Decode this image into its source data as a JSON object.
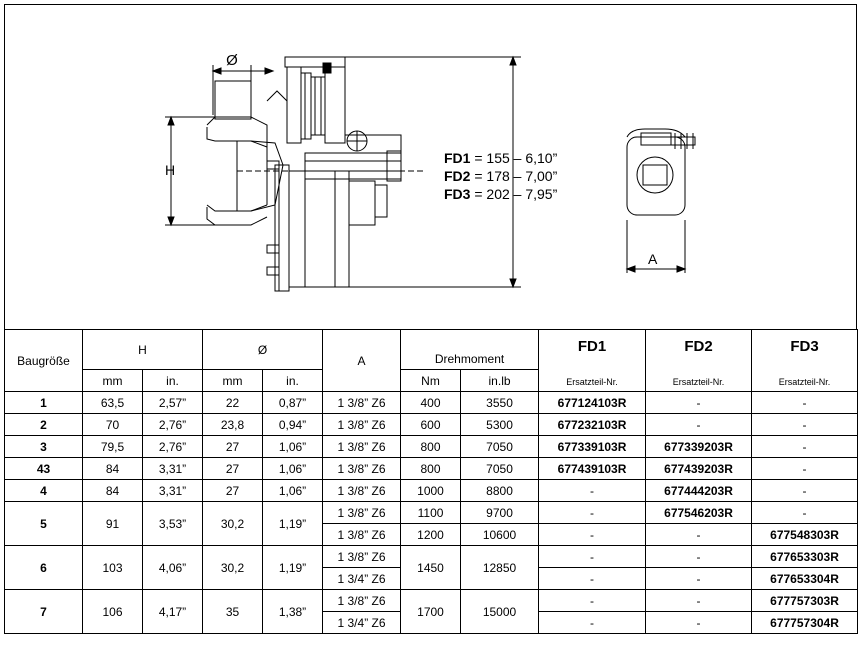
{
  "drawing": {
    "dim_diameter_label": "Ø",
    "dim_h_label": "H",
    "dim_a_label": "A",
    "fd_lines": [
      {
        "name": "FD1",
        "value": " = 155 – 6,10”"
      },
      {
        "name": "FD2",
        "value": " = 178 – 7,00”"
      },
      {
        "name": "FD3",
        "value": " = 202 – 7,95”"
      }
    ]
  },
  "table": {
    "header": {
      "size_label": "Baugröße",
      "h_label": "H",
      "dia_label": "Ø",
      "a_label": "A",
      "torque_label": "Drehmoment",
      "fd1_label": "FD1",
      "fd2_label": "FD2",
      "fd3_label": "FD3",
      "part_label": "Ersatzteil-Nr.",
      "unit_mm": "mm",
      "unit_in": "in.",
      "unit_nm": "Nm",
      "unit_inlb": "in.lb"
    },
    "rows": [
      {
        "size": "1",
        "h_mm": "63,5",
        "h_in": "2,57”",
        "d_mm": "22",
        "d_in": "0,87”",
        "subs": [
          {
            "a": "1 3/8” Z6",
            "nm": "400",
            "inlb": "3550",
            "fd1": "677124103R",
            "fd2": "-",
            "fd3": "-"
          }
        ]
      },
      {
        "size": "2",
        "h_mm": "70",
        "h_in": "2,76”",
        "d_mm": "23,8",
        "d_in": "0,94”",
        "subs": [
          {
            "a": "1 3/8” Z6",
            "nm": "600",
            "inlb": "5300",
            "fd1": "677232103R",
            "fd2": "-",
            "fd3": "-"
          }
        ]
      },
      {
        "size": "3",
        "h_mm": "79,5",
        "h_in": "2,76”",
        "d_mm": "27",
        "d_in": "1,06”",
        "subs": [
          {
            "a": "1 3/8” Z6",
            "nm": "800",
            "inlb": "7050",
            "fd1": "677339103R",
            "fd2": "677339203R",
            "fd3": "-"
          }
        ]
      },
      {
        "size": "43",
        "h_mm": "84",
        "h_in": "3,31”",
        "d_mm": "27",
        "d_in": "1,06”",
        "subs": [
          {
            "a": "1 3/8” Z6",
            "nm": "800",
            "inlb": "7050",
            "fd1": "677439103R",
            "fd2": "677439203R",
            "fd3": "-"
          }
        ]
      },
      {
        "size": "4",
        "h_mm": "84",
        "h_in": "3,31”",
        "d_mm": "27",
        "d_in": "1,06”",
        "subs": [
          {
            "a": "1 3/8” Z6",
            "nm": "1000",
            "inlb": "8800",
            "fd1": "-",
            "fd2": "677444203R",
            "fd3": "-"
          }
        ]
      },
      {
        "size": "5",
        "h_mm": "91",
        "h_in": "3,53”",
        "d_mm": "30,2",
        "d_in": "1,19”",
        "subs": [
          {
            "a": "1 3/8” Z6",
            "nm": "1100",
            "inlb": "9700",
            "fd1": "-",
            "fd2": "677546203R",
            "fd3": "-"
          },
          {
            "a": "1 3/8” Z6",
            "nm": "1200",
            "inlb": "10600",
            "fd1": "-",
            "fd2": "-",
            "fd3": "677548303R"
          }
        ]
      },
      {
        "size": "6",
        "h_mm": "103",
        "h_in": "4,06”",
        "d_mm": "30,2",
        "d_in": "1,19”",
        "nm": "1450",
        "inlb": "12850",
        "subs": [
          {
            "a": "1 3/8” Z6",
            "fd1": "-",
            "fd2": "-",
            "fd3": "677653303R"
          },
          {
            "a": "1 3/4” Z6",
            "fd1": "-",
            "fd2": "-",
            "fd3": "677653304R"
          }
        ]
      },
      {
        "size": "7",
        "h_mm": "106",
        "h_in": "4,17”",
        "d_mm": "35",
        "d_in": "1,38”",
        "nm": "1700",
        "inlb": "15000",
        "subs": [
          {
            "a": "1 3/8” Z6",
            "fd1": "-",
            "fd2": "-",
            "fd3": "677757303R"
          },
          {
            "a": "1 3/4” Z6",
            "fd1": "-",
            "fd2": "-",
            "fd3": "677757304R"
          }
        ]
      }
    ]
  }
}
